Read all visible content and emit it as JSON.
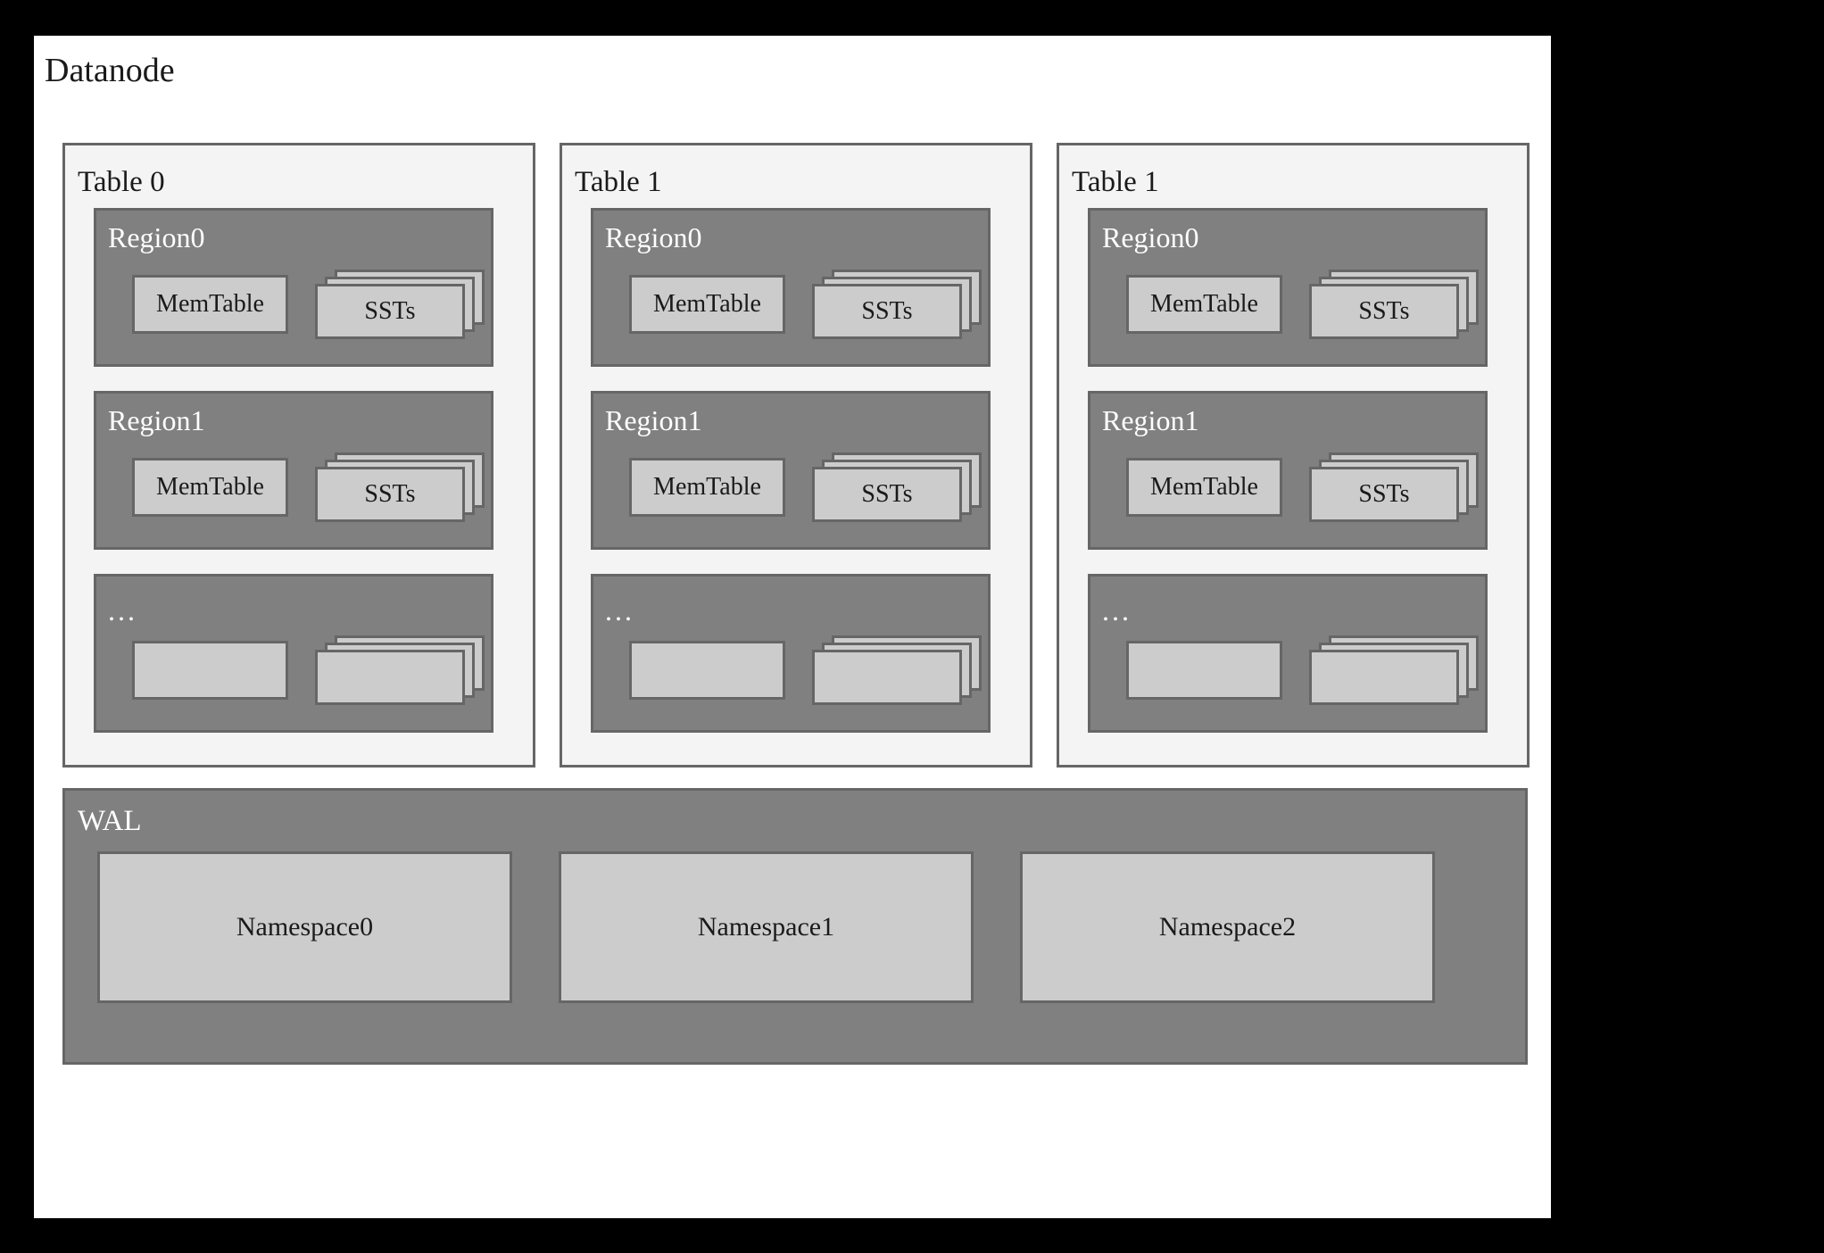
{
  "diagram": {
    "title": "Datanode",
    "tables": [
      {
        "label": "Table 0",
        "regions": [
          {
            "label": "Region0",
            "memtable": "MemTable",
            "ssts": "SSTs"
          },
          {
            "label": "Region1",
            "memtable": "MemTable",
            "ssts": "SSTs"
          },
          {
            "label": "...",
            "memtable": "",
            "ssts": ""
          }
        ]
      },
      {
        "label": "Table 1",
        "regions": [
          {
            "label": "Region0",
            "memtable": "MemTable",
            "ssts": "SSTs"
          },
          {
            "label": "Region1",
            "memtable": "MemTable",
            "ssts": "SSTs"
          },
          {
            "label": "...",
            "memtable": "",
            "ssts": ""
          }
        ]
      },
      {
        "label": "Table 1",
        "regions": [
          {
            "label": "Region0",
            "memtable": "MemTable",
            "ssts": "SSTs"
          },
          {
            "label": "Region1",
            "memtable": "MemTable",
            "ssts": "SSTs"
          },
          {
            "label": "...",
            "memtable": "",
            "ssts": ""
          }
        ]
      }
    ],
    "wal": {
      "label": "WAL",
      "namespaces": [
        "Namespace0",
        "Namespace1",
        "Namespace2"
      ]
    },
    "colors": {
      "frame": "#000000",
      "canvas": "#ffffff",
      "table_panel_fill": "#f4f4f4",
      "region_fill": "#808080",
      "box_fill": "#cccccc",
      "border": "#666666",
      "dark_text": "#1a1a1a",
      "light_text": "#ffffff"
    }
  }
}
